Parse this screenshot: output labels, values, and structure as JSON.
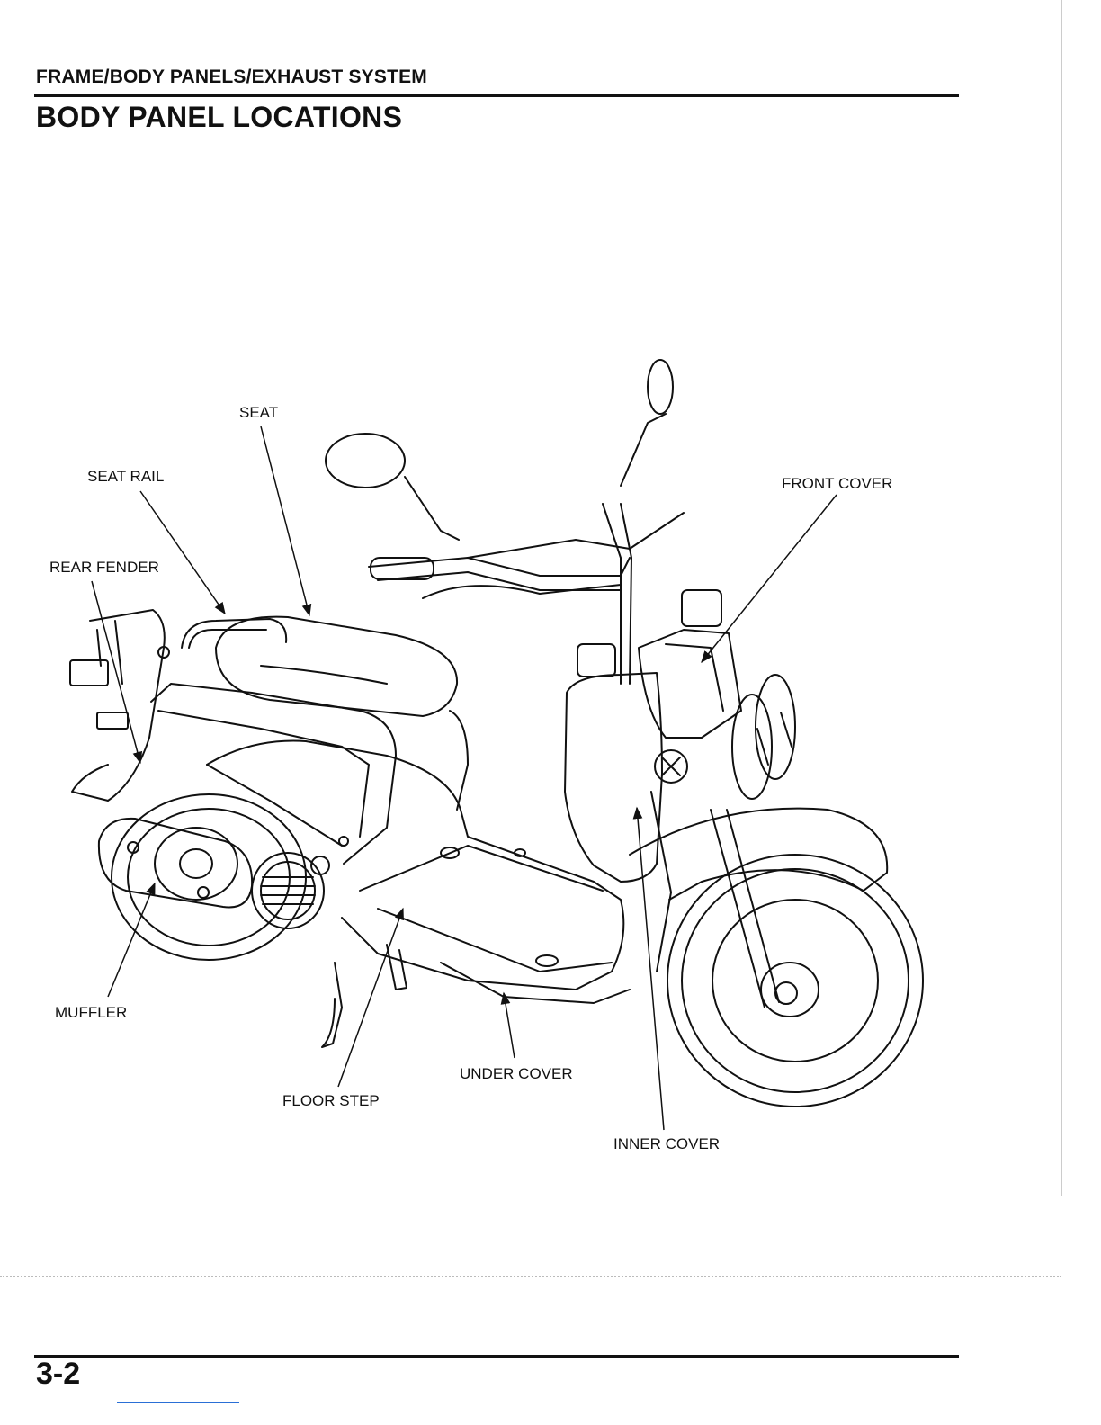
{
  "header": {
    "section": "FRAME/BODY PANELS/EXHAUST SYSTEM",
    "title": "BODY PANEL LOCATIONS"
  },
  "callouts": {
    "seat": "SEAT",
    "seat_rail": "SEAT RAIL",
    "rear_fender": "REAR FENDER",
    "front_cover": "FRONT COVER",
    "muffler": "MUFFLER",
    "floor_step": "FLOOR STEP",
    "under_cover": "UNDER COVER",
    "inner_cover": "INNER COVER"
  },
  "footer": {
    "page_number": "3-2"
  }
}
